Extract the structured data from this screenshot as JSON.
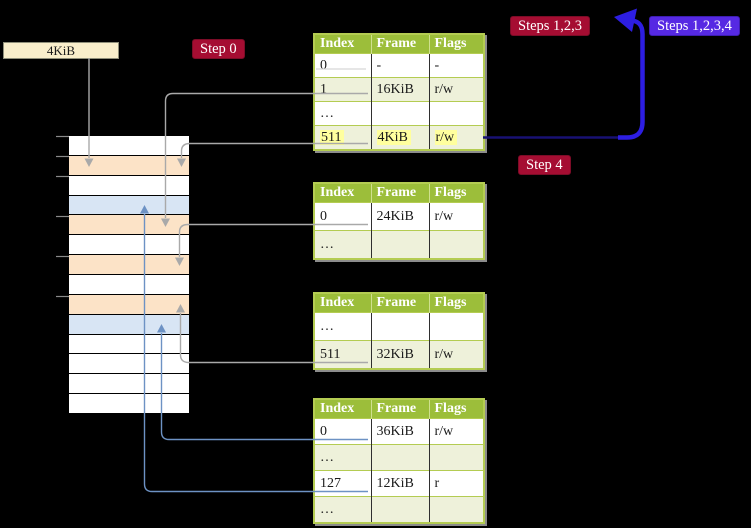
{
  "colors": {
    "crimson": "#a50d32",
    "violet": "#5629e3",
    "olive": "#9cbe3a",
    "oliveBorder": "#b4cc52",
    "oliveLight": "#eef1da",
    "wheat": "#fce3c7",
    "lightblue": "#d8e5f4",
    "cream": "#f9eecb",
    "highlight": "#ffff9e",
    "greyConn": "#a9a9a9",
    "blueConn": "#6d92c4",
    "navy": "#181173",
    "arrowBlue": "#2d1ee2"
  },
  "labels": {
    "step0": "Step 0",
    "steps123": "Steps 1,2,3",
    "steps1234": "Steps 1,2,3,4",
    "step4": "Step 4"
  },
  "frame_box": {
    "label": "4KiB"
  },
  "page_tables": [
    {
      "name": "page-table-1",
      "columns": [
        "Index",
        "Frame",
        "Flags"
      ],
      "rows": [
        {
          "index": "0",
          "frame": "-",
          "flags": "-"
        },
        {
          "index": "1",
          "frame": "16KiB",
          "flags": "r/w"
        },
        {
          "index": "…",
          "frame": "",
          "flags": ""
        },
        {
          "index": "511",
          "frame": "4KiB",
          "flags": "r/w",
          "highlighted": true
        }
      ]
    },
    {
      "name": "page-table-2",
      "columns": [
        "Index",
        "Frame",
        "Flags"
      ],
      "rows": [
        {
          "index": "0",
          "frame": "24KiB",
          "flags": "r/w"
        },
        {
          "index": "…",
          "frame": "",
          "flags": ""
        }
      ]
    },
    {
      "name": "page-table-3",
      "columns": [
        "Index",
        "Frame",
        "Flags"
      ],
      "rows": [
        {
          "index": "…",
          "frame": "",
          "flags": ""
        },
        {
          "index": "511",
          "frame": "32KiB",
          "flags": "r/w"
        }
      ]
    },
    {
      "name": "page-table-4",
      "columns": [
        "Index",
        "Frame",
        "Flags"
      ],
      "rows": [
        {
          "index": "0",
          "frame": "36KiB",
          "flags": "r/w"
        },
        {
          "index": "…",
          "frame": "",
          "flags": ""
        },
        {
          "index": "127",
          "frame": "12KiB",
          "flags": "r"
        },
        {
          "index": "…",
          "frame": "",
          "flags": ""
        }
      ]
    }
  ],
  "memory": {
    "rows": [
      "white",
      "wheat",
      "white",
      "blue",
      "wheat",
      "white",
      "wheat",
      "white",
      "wheat",
      "blue",
      "white",
      "white",
      "white",
      "white"
    ]
  },
  "connections": [
    {
      "from": "frame-box-4KiB",
      "to": "memory-row-2",
      "style": "grey-down-arrow"
    },
    {
      "from": "page-table-1-row-1",
      "to": "memory-row-5",
      "style": "grey-down-arrow"
    },
    {
      "from": "page-table-1-row-511",
      "to": "memory-row-2",
      "style": "grey-down-arrow"
    },
    {
      "from": "page-table-2-row-0",
      "to": "memory-row-7",
      "style": "grey-down-arrow"
    },
    {
      "from": "page-table-3-row-511",
      "to": "memory-row-9",
      "style": "grey-up-arrow"
    },
    {
      "from": "page-table-4-row-0",
      "to": "memory-row-10",
      "style": "blue-up-arrow"
    },
    {
      "from": "page-table-4-row-127",
      "to": "memory-row-4",
      "style": "blue-up-arrow"
    },
    {
      "from": "page-table-1-row-511",
      "to": "top-left-loop",
      "style": "big-blue-arrow"
    }
  ]
}
